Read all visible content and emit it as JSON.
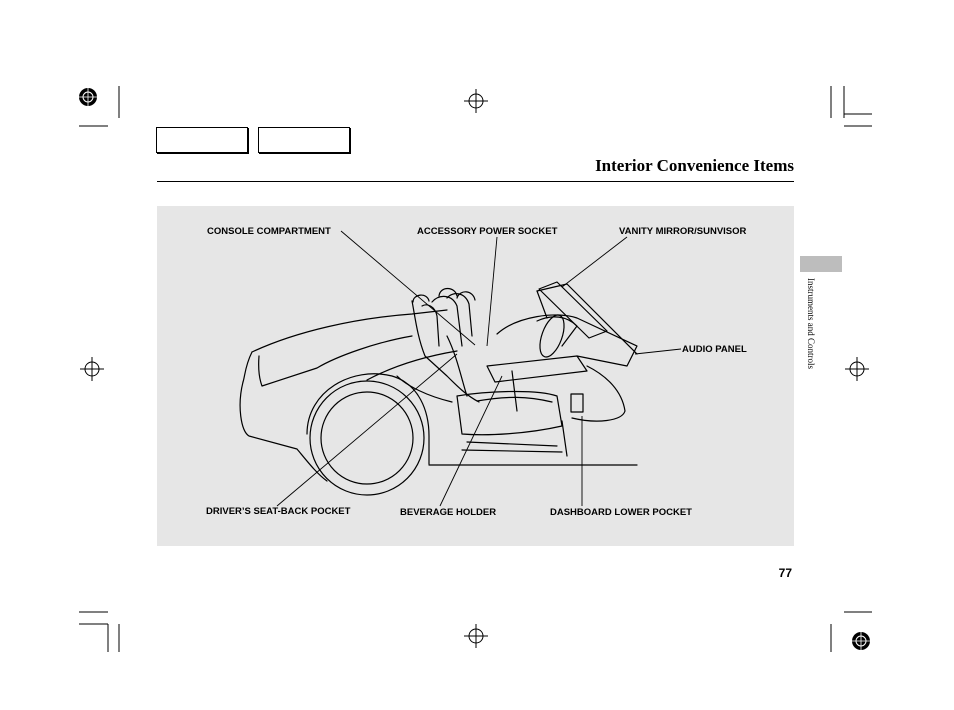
{
  "header": {
    "title": "Interior Convenience Items"
  },
  "side_tab": {
    "label": "Instruments and Controls"
  },
  "figure": {
    "labels": {
      "console_compartment": "CONSOLE COMPARTMENT",
      "accessory_power_socket": "ACCESSORY POWER SOCKET",
      "vanity_mirror": "VANITY MIRROR/SUNVISOR",
      "audio_panel": "AUDIO PANEL",
      "seat_back_pocket": "DRIVER’S SEAT-BACK POCKET",
      "beverage_holder": "BEVERAGE HOLDER",
      "dashboard_lower_pocket": "DASHBOARD LOWER POCKET"
    }
  },
  "footer": {
    "page_number": "77"
  },
  "colors": {
    "panel": "#e6e6e6",
    "side_tab": "#bdbdbd"
  }
}
